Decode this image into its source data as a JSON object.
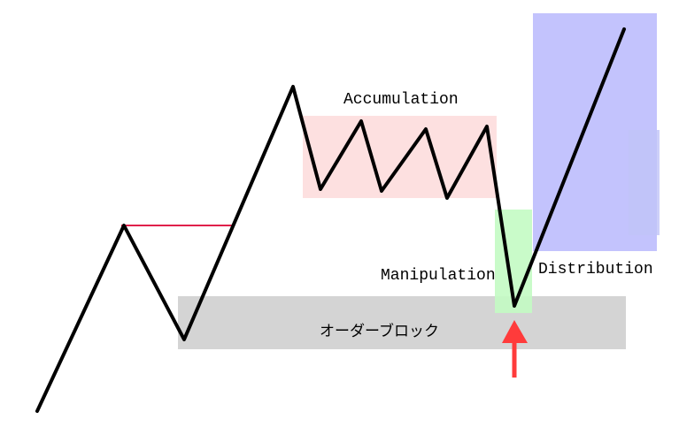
{
  "labels": {
    "accumulation": "Accumulation",
    "manipulation": "Manipulation",
    "distribution": "Distribution",
    "order_block": "オーダーブロック"
  },
  "colors": {
    "accumulation_zone": "#fde0e0",
    "manipulation_zone": "#c3fbc3",
    "distribution_zone": "#c3c3fd",
    "order_block_zone": "#d4d4d4",
    "level_line": "#e0204a",
    "arrow": "#ff3b3b",
    "price_line": "#000000"
  }
}
